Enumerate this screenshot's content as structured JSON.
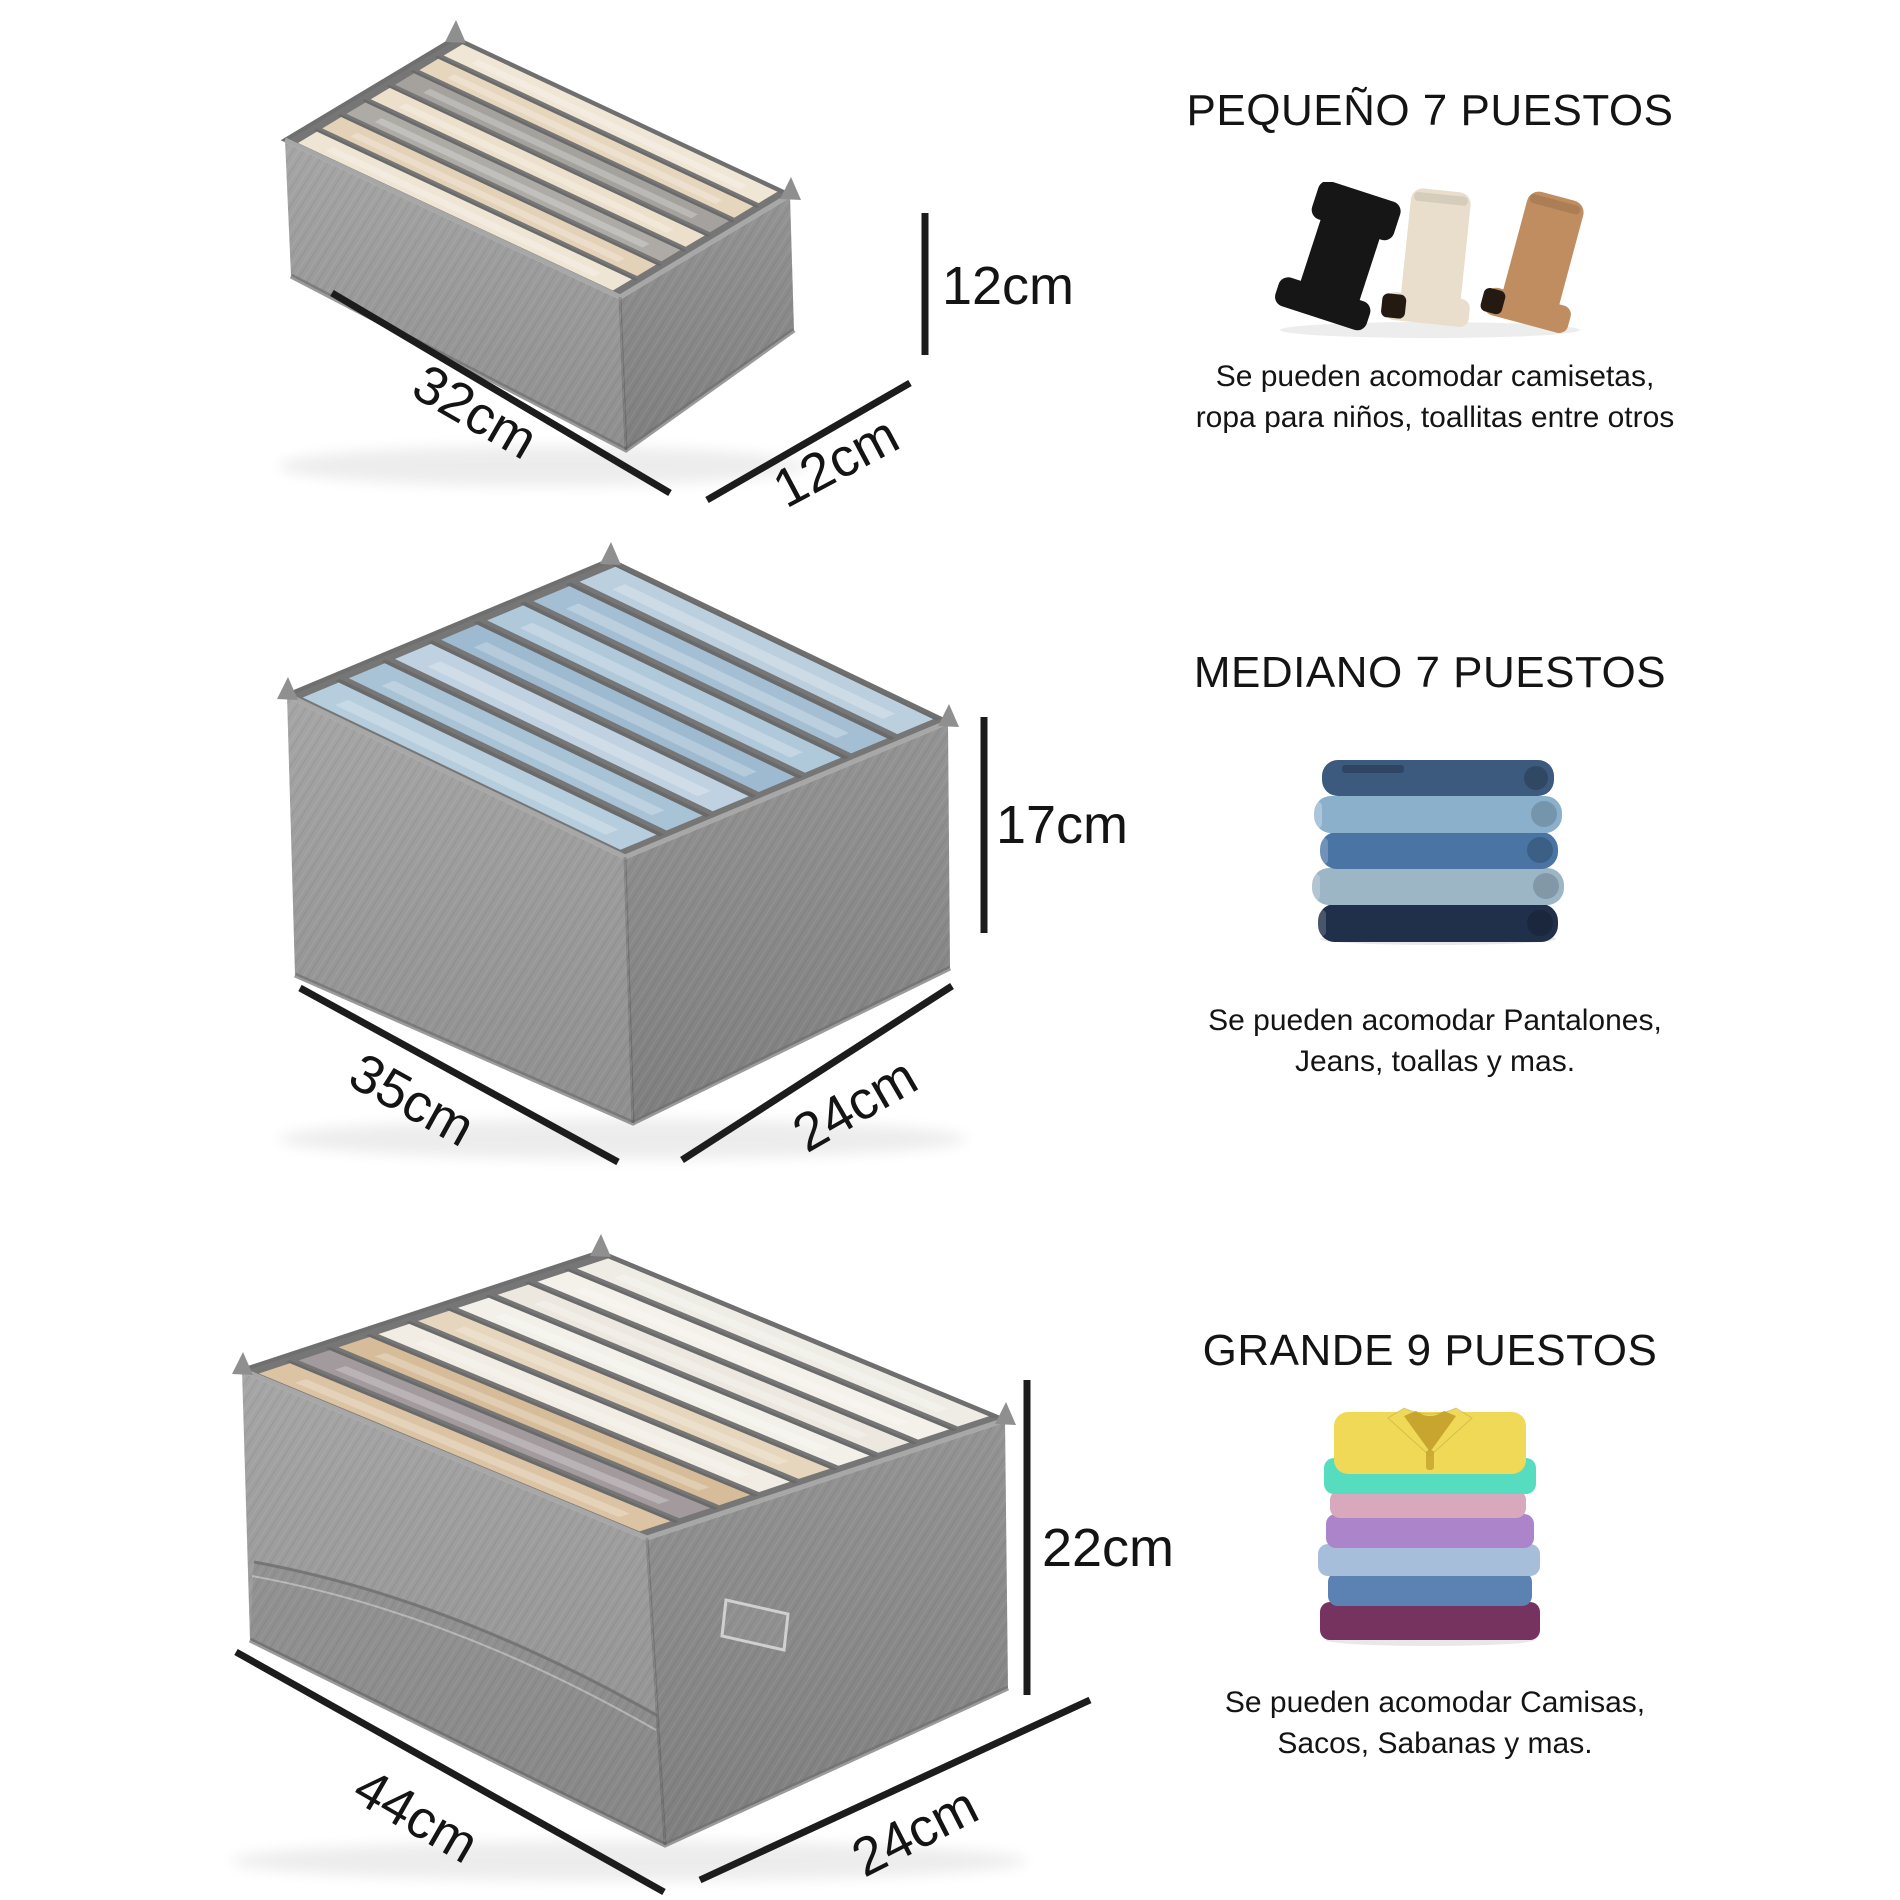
{
  "background": "#ffffff",
  "text_color": "#141414",
  "dimension_line_color": "#1c1c1c",
  "fabric": {
    "front_top": "#a6a6a6",
    "front_bottom": "#8f8f8f",
    "side_top": "#949494",
    "side_bottom": "#808080",
    "divider": "#767676",
    "seam": "#6f6f6f",
    "rim": "#b5b5b5",
    "tab": "#8f8f8f"
  },
  "sections": [
    {
      "id": "pequeno",
      "title": "PEQUEÑO 7 PUESTOS",
      "slots": 7,
      "description_lines": [
        "Se pueden acomodar camisetas,",
        "ropa para niños, toallitas entre otros"
      ],
      "dimensions": {
        "height": "12cm",
        "length": "32cm",
        "depth": "12cm"
      },
      "photo": "tights",
      "slot_colors": [
        "#efe5d4",
        "#e4d2b8",
        "#aeaba6",
        "#ece0cc",
        "#a5a29d",
        "#e7d6be",
        "#f0e6d6"
      ]
    },
    {
      "id": "mediano",
      "title": "MEDIANO 7 PUESTOS",
      "slots": 7,
      "description_lines": [
        "Se pueden acomodar Pantalones,",
        "Jeans, toallas y mas."
      ],
      "dimensions": {
        "height": "17cm",
        "length": "35cm",
        "depth": "24cm"
      },
      "photo": "jeans",
      "slot_colors": [
        "#b6cdde",
        "#a8c2d6",
        "#c0d2e1",
        "#9dbad0",
        "#b0c9da",
        "#a4bfd3",
        "#bccfde"
      ]
    },
    {
      "id": "grande",
      "title": "GRANDE 9 PUESTOS",
      "slots": 9,
      "description_lines": [
        "Se pueden acomodar Camisas,",
        "Sacos, Sabanas y mas."
      ],
      "dimensions": {
        "height": "22cm",
        "length": "44cm",
        "depth": "24cm"
      },
      "photo": "polos",
      "slot_colors": [
        "#dcc3a4",
        "#a39a9e",
        "#d7bc99",
        "#f1ede5",
        "#e6d6bd",
        "#f3f0ea",
        "#ece8e0",
        "#f4f1eb",
        "#efece5"
      ]
    }
  ],
  "photos": {
    "tights": {
      "colors": [
        "#161616",
        "#e9decb",
        "#bf8d60"
      ],
      "tip": "#241a12"
    },
    "jeans": {
      "colors": [
        "#3c5a7d",
        "#8ab0cc",
        "#4a74a4",
        "#9cb6c6",
        "#20304a"
      ]
    },
    "polos": {
      "colors": [
        "#76335f",
        "#5c82b3",
        "#a6bed9",
        "#ab84c9",
        "#d8a9bc",
        "#56ddbf",
        "#f0d957"
      ],
      "collar_shadow": "#c7a52e"
    }
  }
}
